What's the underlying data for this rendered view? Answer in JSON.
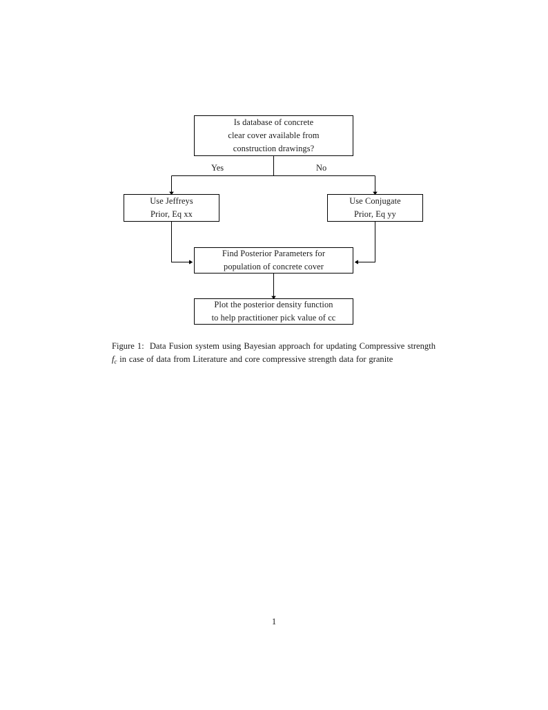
{
  "document": {
    "page_number": "1"
  },
  "figure": {
    "nodes": [
      {
        "id": "question",
        "lines": [
          "Is database of concrete",
          "clear cover available from",
          "construction drawings?"
        ]
      },
      {
        "id": "jeffreys",
        "lines": [
          "Use Jeffreys",
          "Prior, Eq xx"
        ]
      },
      {
        "id": "conjugate",
        "lines": [
          "Use Conjugate",
          "Prior, Eq yy"
        ]
      },
      {
        "id": "posterior",
        "lines": [
          "Find Posterior Parameters for",
          "population of concrete cover"
        ]
      },
      {
        "id": "plot",
        "lines": [
          "Plot the posterior density function",
          "to help practitioner pick value of cc"
        ]
      }
    ],
    "edge_labels": {
      "yes": "Yes",
      "no": "No"
    },
    "colors": {
      "stroke": "#000000",
      "text": "#1a1a1a",
      "background": "#ffffff"
    }
  },
  "caption": {
    "label": "Figure 1:",
    "text_before_math": "Data Fusion system using Bayesian approach for updating Compressive strength",
    "math_variable": "f",
    "math_subscript": "c",
    "text_after_math": "in case of data from Literature and core compressive strength data for granite"
  }
}
